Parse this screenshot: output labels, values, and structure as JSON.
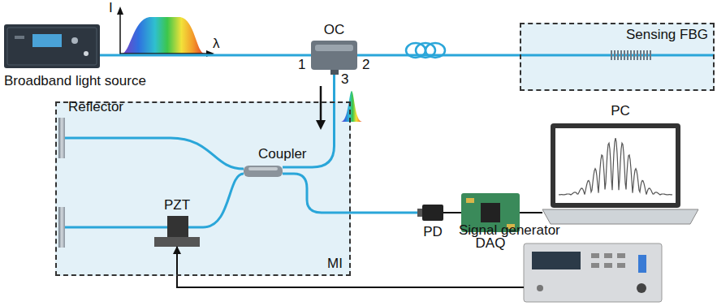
{
  "diagram": {
    "nodes": [
      {
        "text": [
          "Broadband light source"
        ]
      },
      {
        "text": [
          "OC"
        ]
      },
      {
        "text": [
          "Sensing FBG"
        ]
      },
      {
        "text": [
          "MI"
        ]
      },
      {
        "text": [
          "Coupler"
        ],
        "in": 3
      },
      {
        "text": [
          "PZT"
        ],
        "in": 3
      },
      {
        "text": [
          "PD"
        ]
      },
      {
        "text": [
          "DAQ"
        ]
      },
      {
        "text": [
          "PC"
        ]
      },
      {
        "text": [
          "Signal generator"
        ]
      }
    ],
    "edges": [
      {
        "from": 0,
        "to": 1,
        "arrow": "none"
      },
      {
        "from": 1,
        "to": 2,
        "arrow": "none"
      },
      {
        "from": 1,
        "to": 4,
        "arrow": "none"
      },
      {
        "from": 4,
        "to": 6,
        "arrow": "none"
      },
      {
        "from": 6,
        "to": 7,
        "arrow": "none"
      },
      {
        "from": 7,
        "to": 8,
        "arrow": "none"
      },
      {
        "from": 9,
        "to": 5,
        "arrow": "to"
      }
    ],
    "labels": [
      "I",
      "λ",
      "1",
      "2",
      "3",
      "Reflector"
    ]
  }
}
